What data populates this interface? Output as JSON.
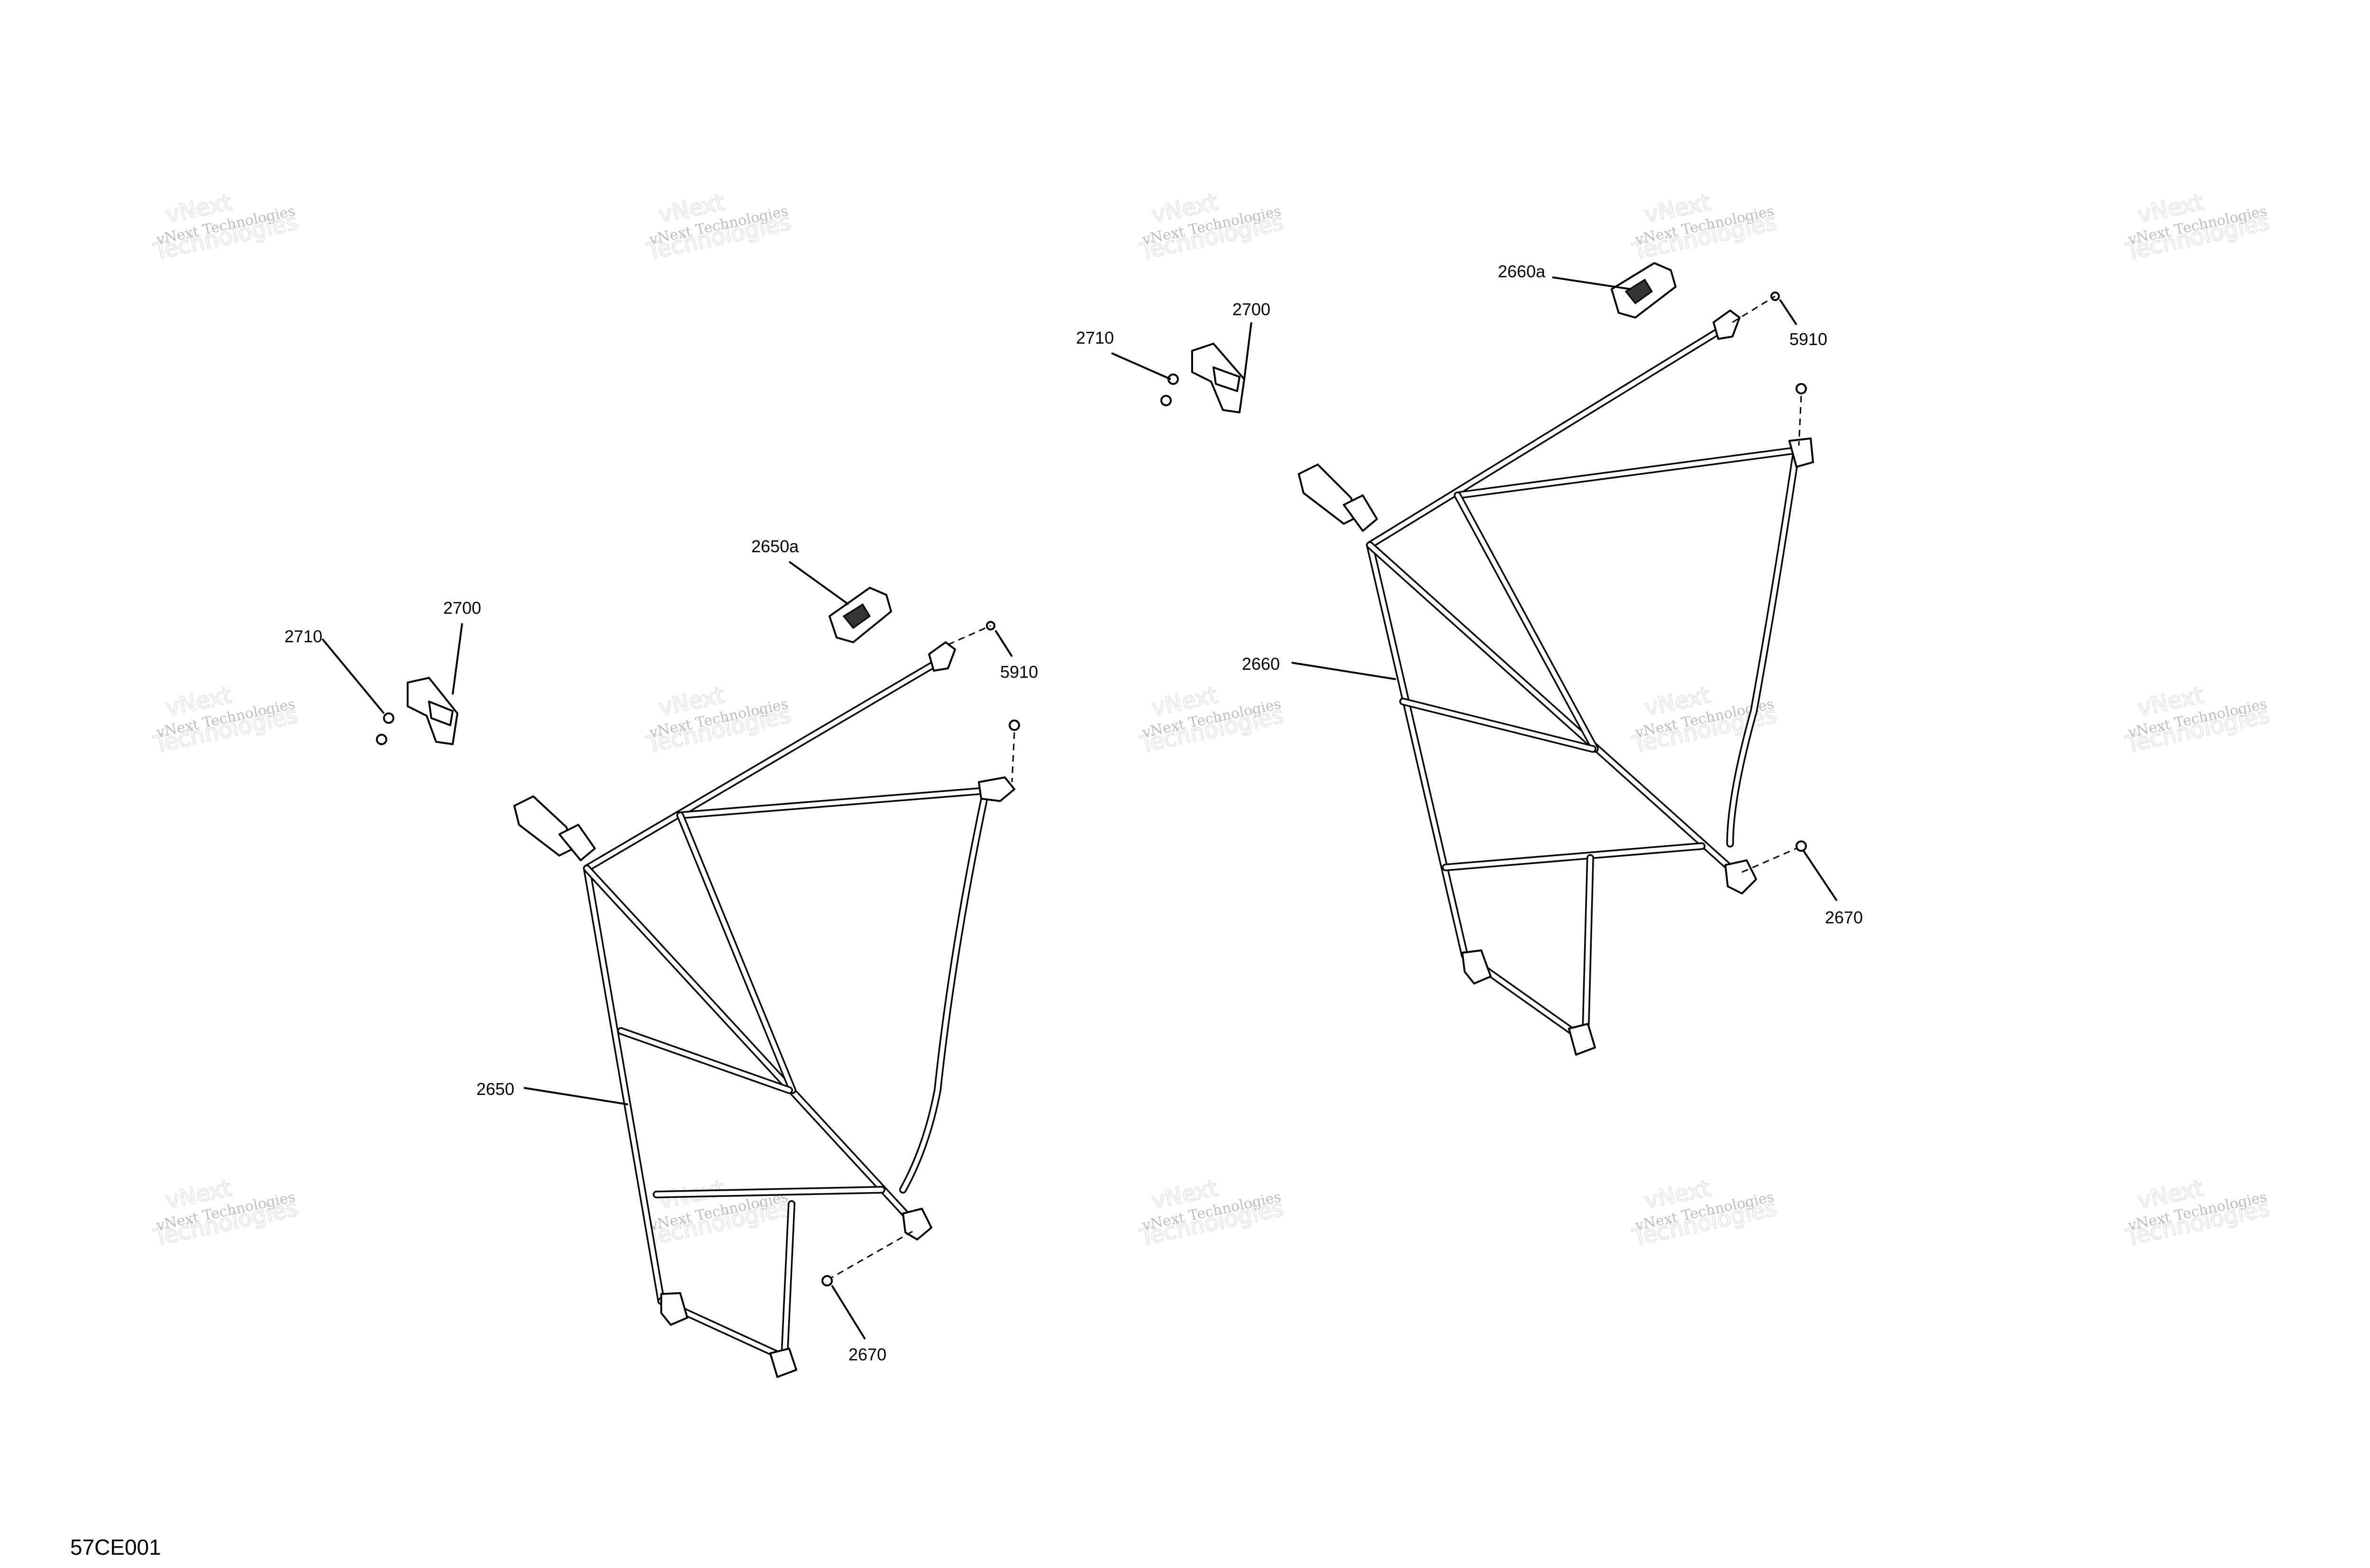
{
  "diagram": {
    "reference_code": "57CE001",
    "watermark": {
      "line1": "vNext Technologies",
      "line2": "vNext",
      "line3": "Technologies"
    },
    "callouts": {
      "left_assembly": {
        "net": "2650",
        "strap": "2650a",
        "handle_bracket": "2700",
        "screw": "2710",
        "upper_screw": "5910",
        "lower_screw": "2670"
      },
      "right_assembly": {
        "net": "2660",
        "strap": "2660a",
        "handle_bracket": "2700",
        "screw": "2710",
        "upper_screw": "5910",
        "lower_screw": "2670"
      }
    }
  }
}
